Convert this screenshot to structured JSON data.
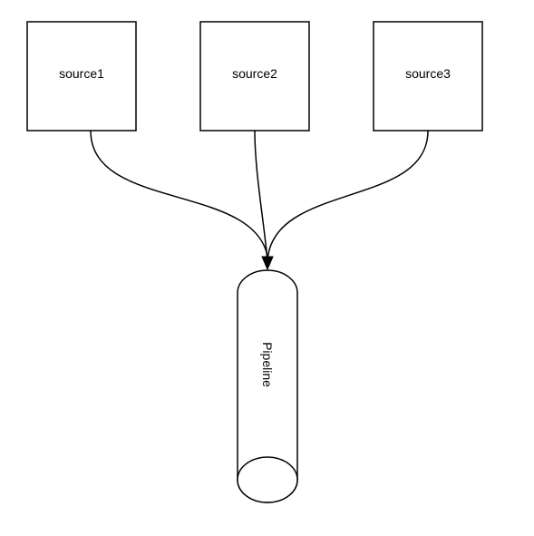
{
  "diagram": {
    "nodes": {
      "source1": {
        "label": "source1"
      },
      "source2": {
        "label": "source2"
      },
      "source3": {
        "label": "source3"
      },
      "pipeline": {
        "label": "Pipeline"
      }
    },
    "edges": [
      {
        "from": "source1",
        "to": "pipeline"
      },
      {
        "from": "source2",
        "to": "pipeline"
      },
      {
        "from": "source3",
        "to": "pipeline"
      }
    ],
    "colors": {
      "stroke": "#000000",
      "fill": "#ffffff"
    }
  }
}
